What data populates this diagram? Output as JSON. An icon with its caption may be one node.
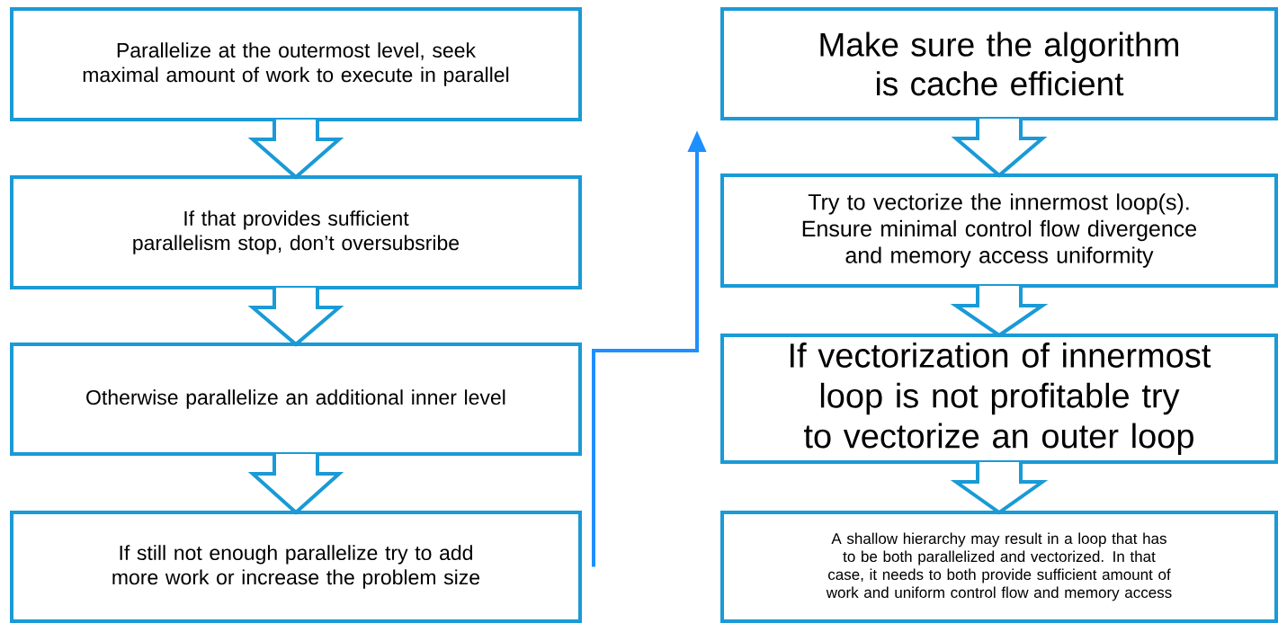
{
  "diagram": {
    "nodes": [
      {
        "text": [
          "Parallelize at the outermost level, seek maximal amount of work to execute in parallel"
        ]
      },
      {
        "text": [
          "If that provides sufficient parallelism stop, don’t oversubsribe"
        ]
      },
      {
        "text": [
          "Otherwise parallelize an additional inner level"
        ]
      },
      {
        "text": [
          "If still not enough parallelize try to add more work or increase the problem size"
        ]
      },
      {
        "text": [
          "Make sure the algorithm is cache efficient"
        ]
      },
      {
        "text": [
          "Try to vectorize the innermost loop(s). Ensure minimal control flow divergence and memory access uniformity"
        ]
      },
      {
        "text": [
          "If vectorization of innermost loop is not profitable try to vectorize an outer loop"
        ]
      },
      {
        "text": [
          "A shallow hierarchy may result in a loop that has to be both parallelized and vectorized. In that case, it needs to both provide sufficient amount of work and uniform control flow and memory access"
        ]
      }
    ],
    "edges": [
      {
        "from": 0,
        "to": 1,
        "arrow": "to"
      },
      {
        "from": 1,
        "to": 2,
        "arrow": "to"
      },
      {
        "from": 2,
        "to": 3,
        "arrow": "to"
      },
      {
        "from": 3,
        "to": null,
        "arrow": "to",
        "color": "#1e8fff"
      },
      {
        "from": 4,
        "to": 5,
        "arrow": "to"
      },
      {
        "from": 5,
        "to": 6,
        "arrow": "to"
      },
      {
        "from": 6,
        "to": 7,
        "arrow": "to"
      }
    ]
  }
}
